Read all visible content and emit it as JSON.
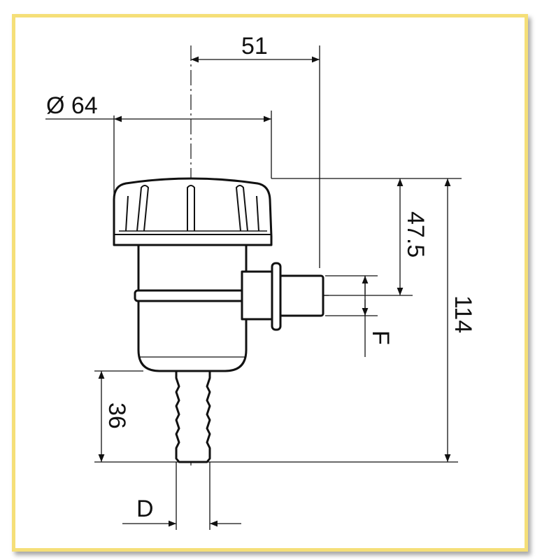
{
  "dimensions": {
    "offset": "51",
    "diameter": "Ø 64",
    "outlet_height": "47.5",
    "total_height": "114",
    "outlet_thread": "F",
    "hose_length": "36",
    "hose_diameter": "D"
  },
  "colors": {
    "frame": "#f5df78",
    "lines": "#111111"
  }
}
